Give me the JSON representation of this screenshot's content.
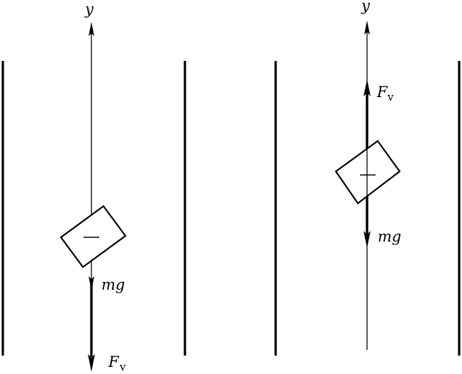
{
  "left_panel": {
    "axis_label": "y",
    "gravity_label": "mg",
    "drag_label_main": "F",
    "drag_label_sub": "v"
  },
  "right_panel": {
    "axis_label": "y",
    "gravity_label": "mg",
    "drag_label_main": "F",
    "drag_label_sub": "v"
  }
}
